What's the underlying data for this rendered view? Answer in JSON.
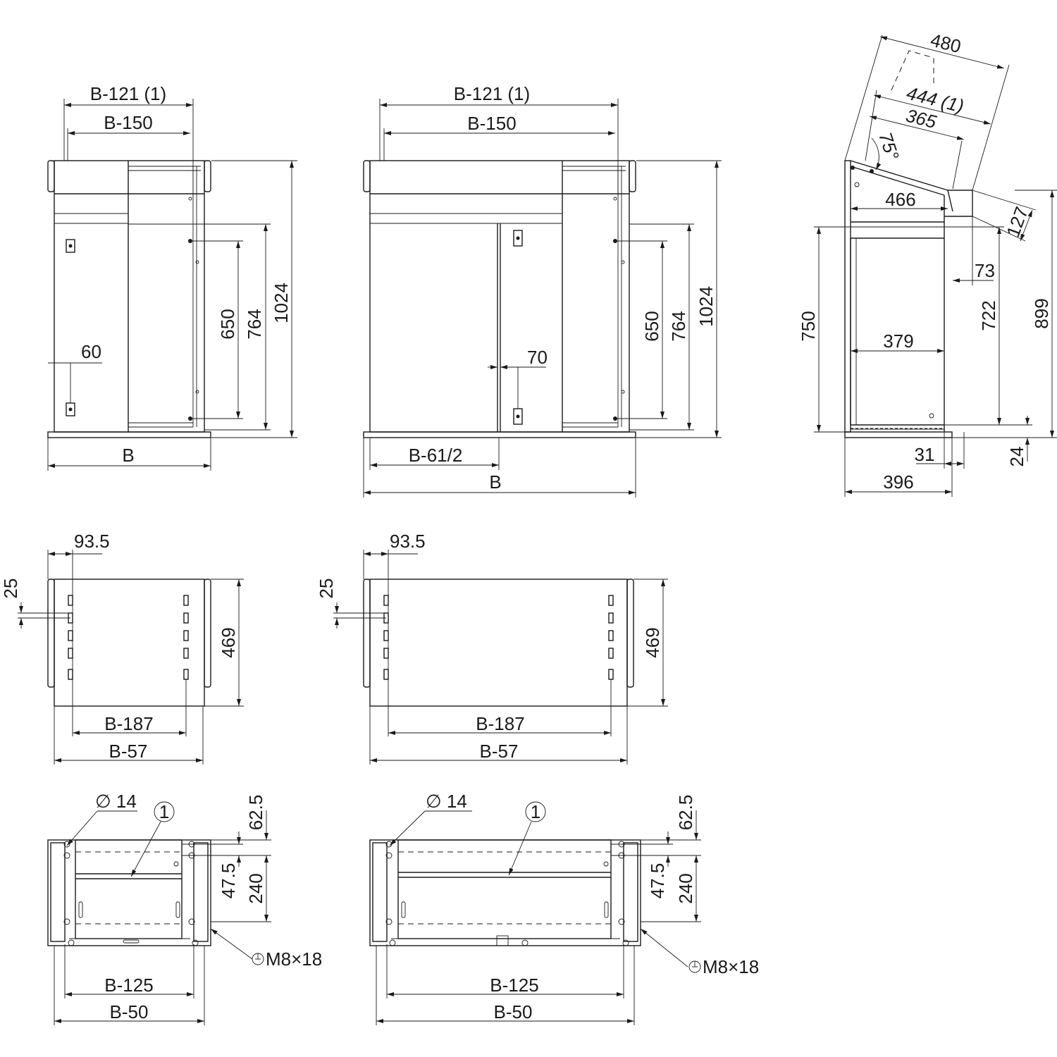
{
  "drawing": {
    "view1": {
      "b121": "B-121 (1)",
      "b150": "B-150",
      "d1024": "1024",
      "d764": "764",
      "d650": "650",
      "d60": "60",
      "b": "B"
    },
    "view2": {
      "b121": "B-121 (1)",
      "b150": "B-150",
      "d1024": "1024",
      "d764": "764",
      "d650": "650",
      "d70": "70",
      "b61": "B-61/2",
      "b": "B"
    },
    "side": {
      "d480": "480",
      "d444": "444 (1)",
      "d365": "365",
      "angle": "75°",
      "d466": "466",
      "d127": "127",
      "d73": "73",
      "d750": "750",
      "d722": "722",
      "d899": "899",
      "d379": "379",
      "d31": "31",
      "d24": "24",
      "d396": "396"
    },
    "top1": {
      "d935": "93.5",
      "d25": "25",
      "d469": "469",
      "b187": "B-187",
      "b57": "B-57"
    },
    "top2": {
      "d935": "93.5",
      "d25": "25",
      "d469": "469",
      "b187": "B-187",
      "b57": "B-57"
    },
    "bottom1": {
      "dia": "∅ 14",
      "callout": "1",
      "d625": "62.5",
      "d475": "47.5",
      "d240": "240",
      "earth": "M8×18",
      "b125": "B-125",
      "b50": "B-50"
    },
    "bottom2": {
      "dia": "∅ 14",
      "callout": "1",
      "d625": "62.5",
      "d475": "47.5",
      "d240": "240",
      "earth": "M8×18",
      "b125": "B-125",
      "b50": "B-50"
    }
  }
}
